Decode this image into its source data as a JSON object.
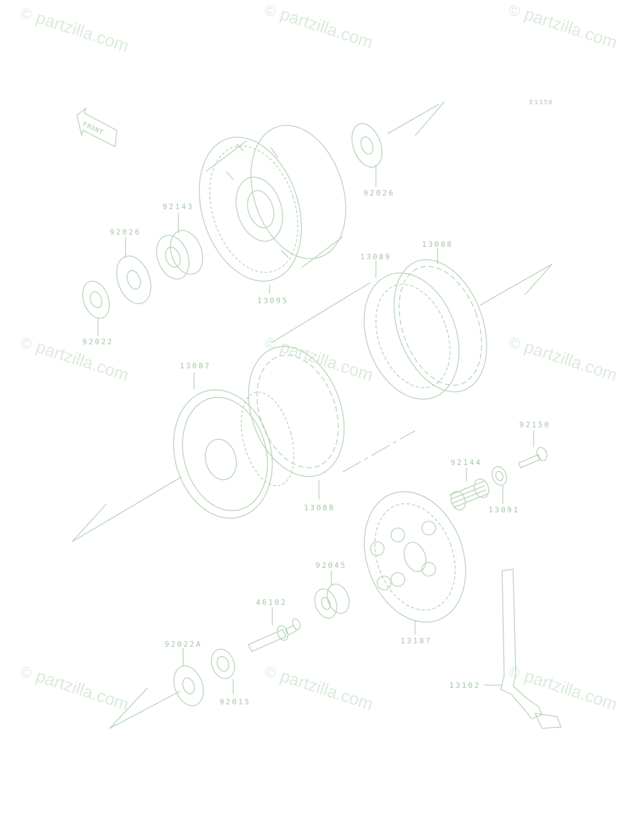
{
  "diagram_code": "E1350",
  "front_label": "FRONT",
  "watermark": {
    "mark": "©",
    "text": "partzilla.com"
  },
  "parts": [
    {
      "id": "p13095",
      "number": "13095"
    },
    {
      "id": "p92026a",
      "number": "92026"
    },
    {
      "id": "p92143",
      "number": "92143"
    },
    {
      "id": "p92026b",
      "number": "92026"
    },
    {
      "id": "p92022",
      "number": "92022"
    },
    {
      "id": "p13089",
      "number": "13089"
    },
    {
      "id": "p13088a",
      "number": "13088"
    },
    {
      "id": "p13087",
      "number": "13087"
    },
    {
      "id": "p13088b",
      "number": "13088"
    },
    {
      "id": "p92150",
      "number": "92150"
    },
    {
      "id": "p92144",
      "number": "92144"
    },
    {
      "id": "p13091",
      "number": "13091"
    },
    {
      "id": "p92045",
      "number": "92045"
    },
    {
      "id": "p46102",
      "number": "46102"
    },
    {
      "id": "p13187",
      "number": "13187"
    },
    {
      "id": "p92022A",
      "number": "92022A"
    },
    {
      "id": "p92015",
      "number": "92015"
    },
    {
      "id": "p13102",
      "number": "13102"
    }
  ]
}
